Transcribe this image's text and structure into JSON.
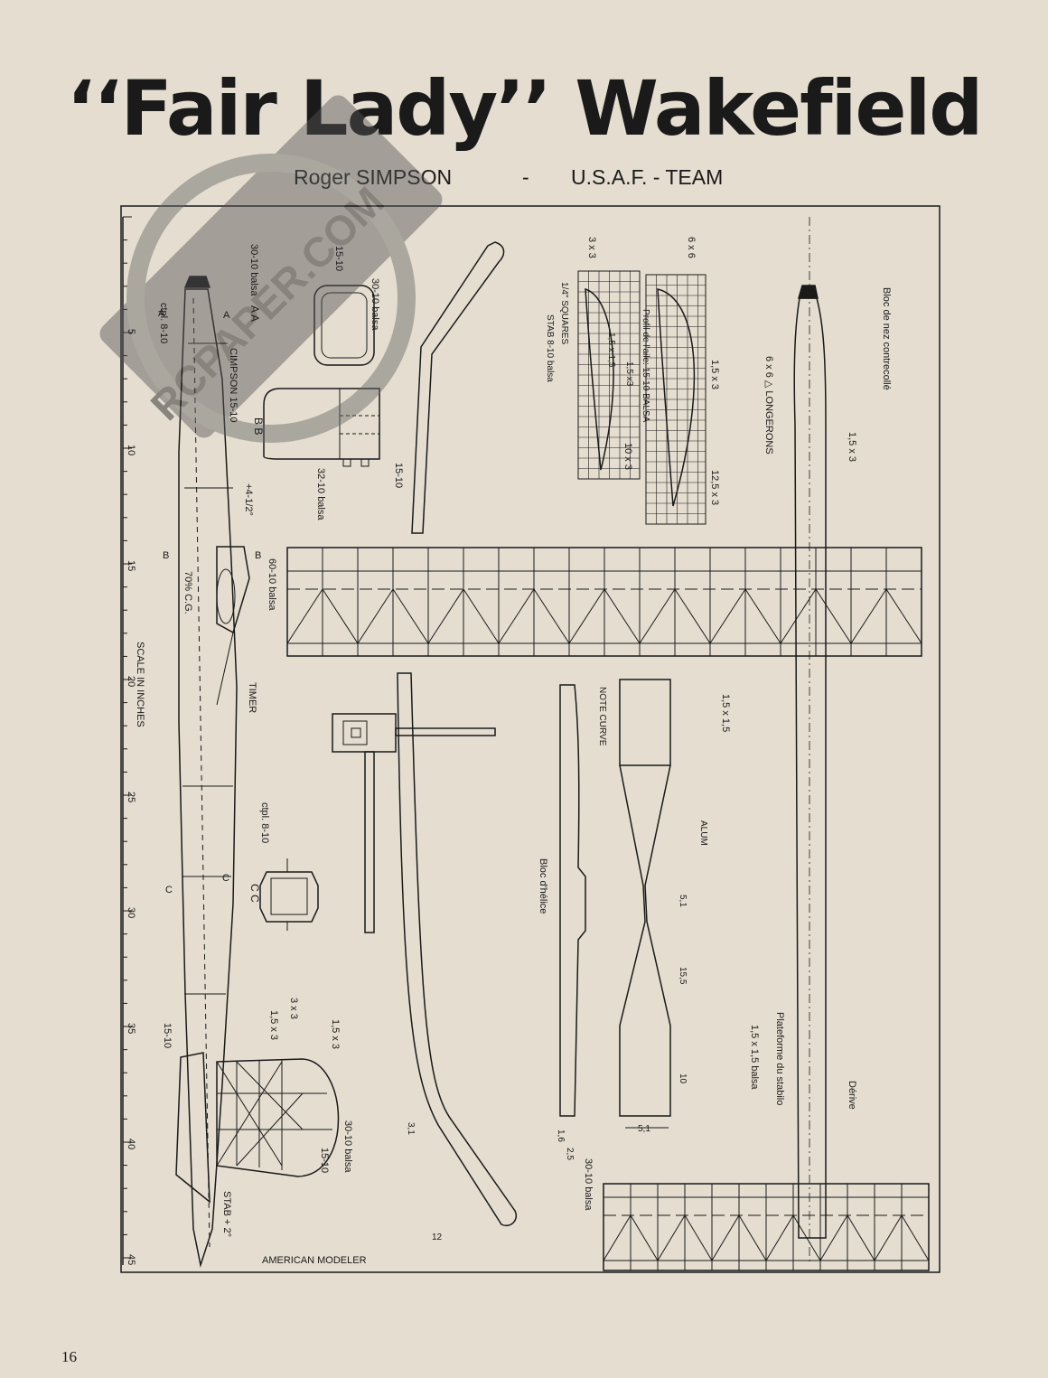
{
  "page": {
    "title": "‘‘Fair Lady’’ Wakefield",
    "author": "Roger SIMPSON",
    "dash": "-",
    "team": "U.S.A.F. - TEAM",
    "page_number": "16"
  },
  "watermark": {
    "text": "RCPAPER.COM"
  },
  "scale": {
    "label": "SCALE IN INCHES",
    "ticks": [
      "5",
      "10",
      "15",
      "20",
      "25",
      "30",
      "35",
      "40",
      "45"
    ]
  },
  "labels": {
    "cross_section_aa": "A A",
    "cross_section_bb": "B B",
    "cross_section_cc": "C C",
    "section_a": "A",
    "section_b": "B",
    "section_c": "C",
    "ctpl_810_top": "ctpl. 8-10",
    "balsa_30_10_a": "30-10 balsa",
    "balsa_15_10_a": "15-10",
    "balsa_30_10_b": "30-10 balsa",
    "balsa_32_10": "32-10 balsa",
    "balsa_15_10_b": "15-10",
    "simpson_15_10": "CIMPSON 15-10",
    "incidence": "+4-1/2°",
    "cg": "70% C.G.",
    "balsa_60_10": "60-10 balsa",
    "timer": "TIMER",
    "ctpl_810_bottom": "ctpl. 8-10",
    "balsa_15_10_rudder": "15-10",
    "rudder_3x3": "3 x 3",
    "rudder_15x3": "1,5 x 3",
    "rudder_15x3_b": "1,5 x 3",
    "rudder_30_10": "30-10 balsa",
    "rudder_15_10": "15-10",
    "stab_incidence": "STAB + 2°",
    "american_modeler": "AMERICAN MODELER",
    "stab_sq_3x3": "3 x 3",
    "stab_squares": "1/4\" SQUARES",
    "stab_profile": "STAB 8-10 balsa",
    "stab_15x15": "1,5 x 1,5",
    "stab_15x3": "1,5 x3",
    "wing_6x6": "6 x 6",
    "wing_profile": "Profil de l'aile: 15-10 BALSA",
    "wing_15x3": "1,5 x 3",
    "wing_10x3": "10 x 3",
    "wing_125x3": "12,5 x 3",
    "nose_block": "Bloc de nez contrecollé",
    "longerons": "6 x 6 △ LONGERONS",
    "plan_15x3": "1,5 x 3",
    "plan_15x15": "1,5 x 1,5",
    "note_curve": "NOTE CURVE",
    "alum": "ALUM",
    "prop_block": "Bloc d'hélice",
    "prop_51a": "5,1",
    "prop_155": "15,5",
    "prop_10": "10",
    "prop_51b": "5,1",
    "prop_16": "1,6",
    "prop_25": "2,5",
    "prop_31": "3,1",
    "prop_12": "12",
    "derive": "Dérive",
    "platform": "Plateforme du stabilo",
    "platform_balsa": "1,5 x 1,5 balsa",
    "stab_plan_balsa": "30-10 balsa"
  }
}
